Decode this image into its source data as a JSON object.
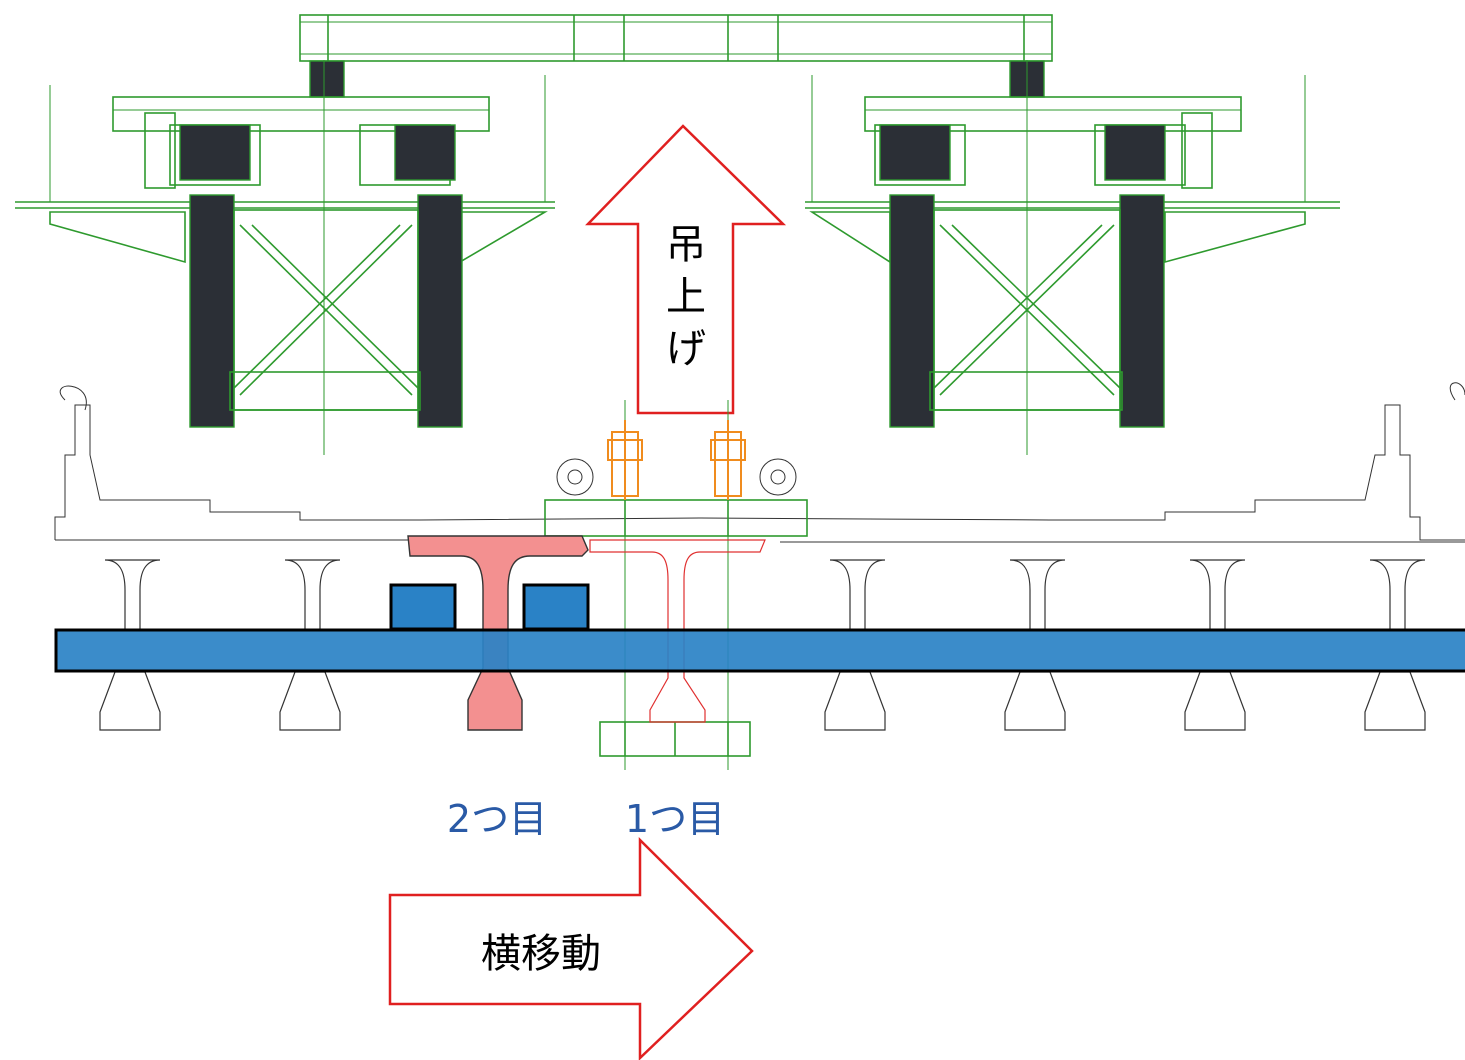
{
  "labels": {
    "lift": "吊上げ",
    "lateral_move": "横移動",
    "second": "2つ目",
    "first": "1つ目"
  },
  "colors": {
    "gantry": "#2e9a2e",
    "column_fill": "#2b2f36",
    "rail": "#2a82c6",
    "girder_highlight": "#f39090",
    "arrow_outline": "#e02020",
    "hoist": "#f08c1e",
    "label_blue": "#2a5aa6"
  },
  "icons": {
    "lift_arrow": "arrow-up-icon",
    "move_arrow": "arrow-right-icon"
  }
}
